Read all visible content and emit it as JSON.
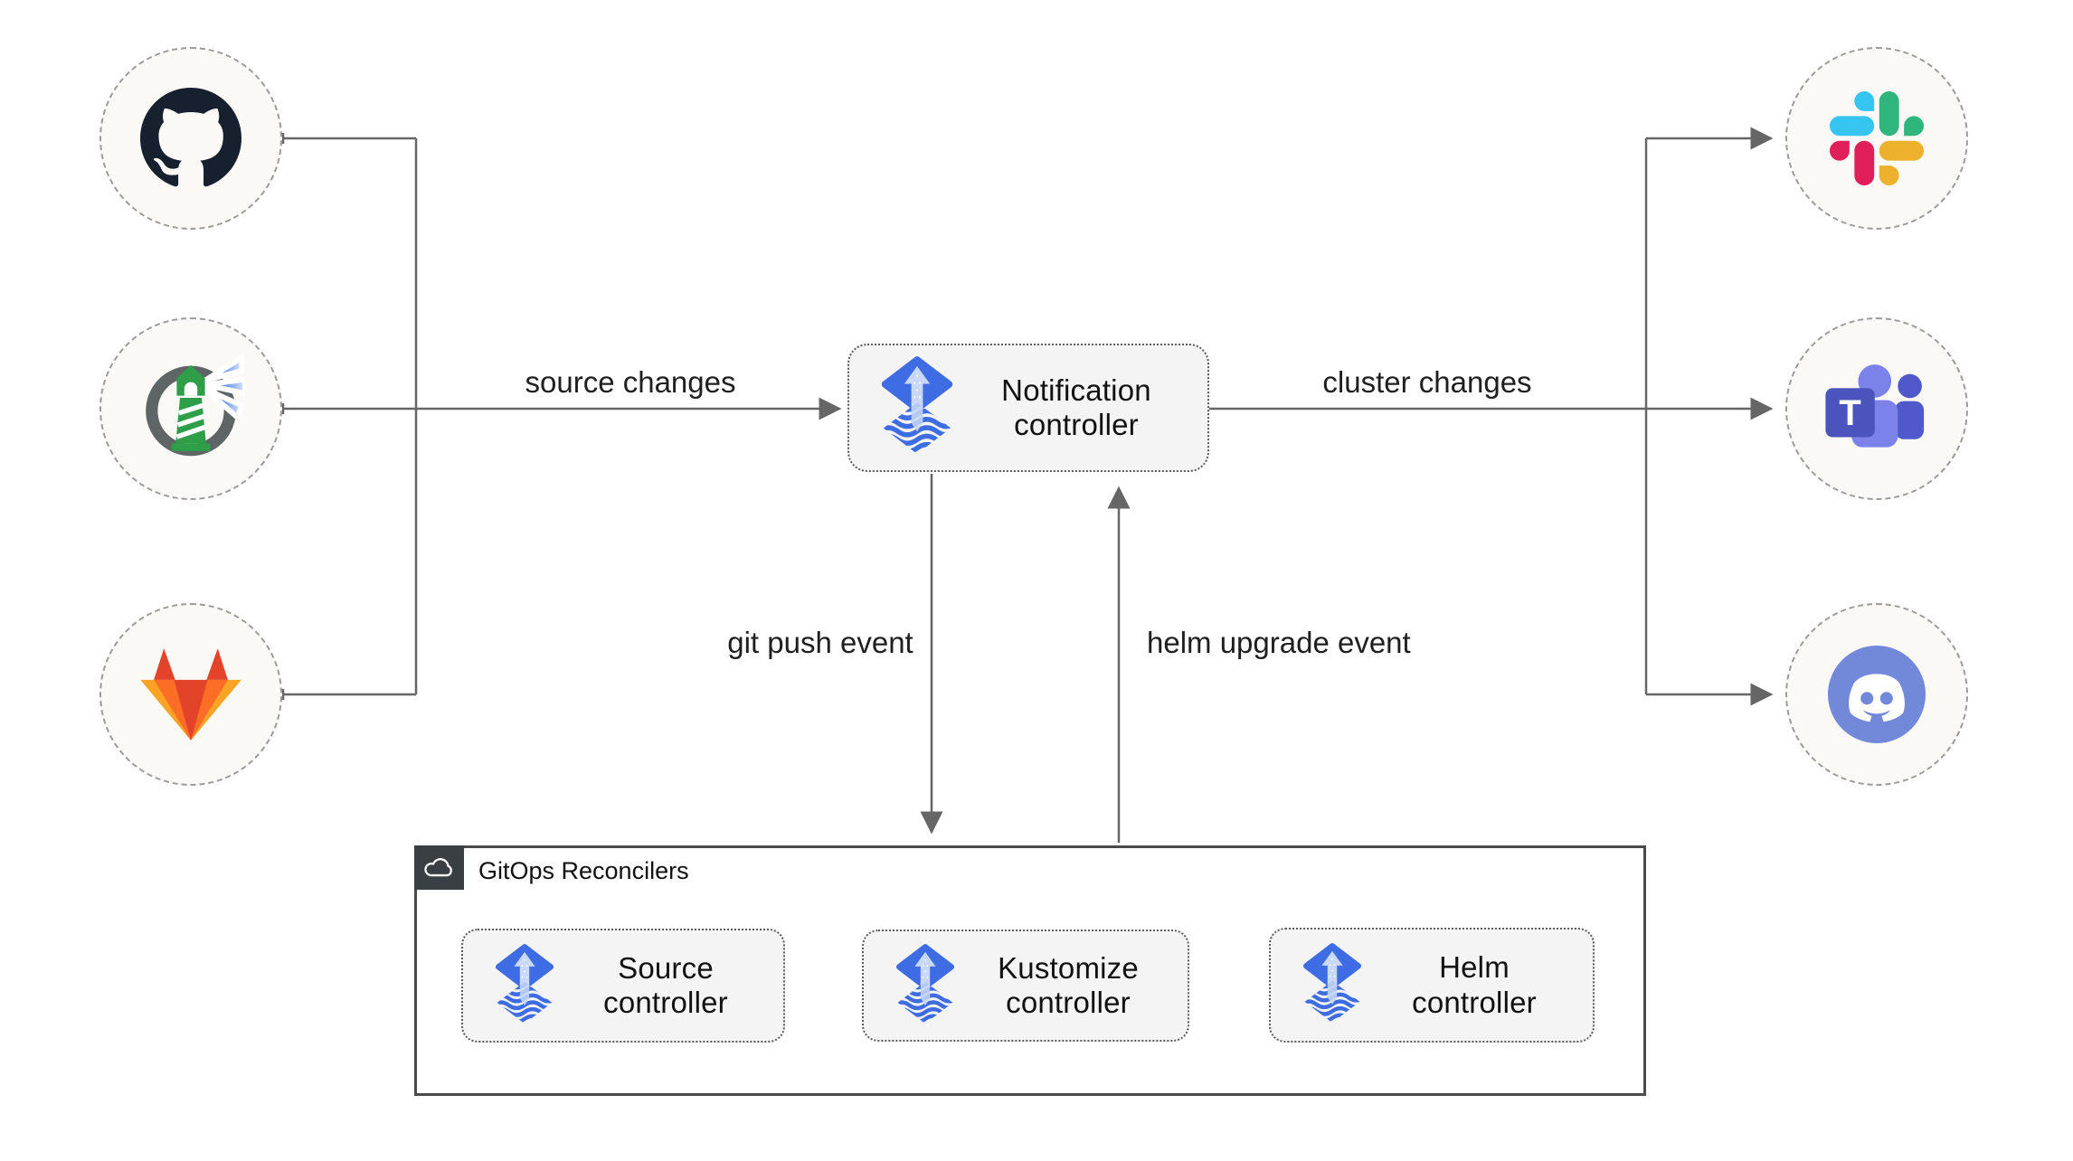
{
  "diagram": {
    "title_hint": "Flux notification controller flow",
    "sources": [
      {
        "id": "github",
        "icon": "github-icon"
      },
      {
        "id": "harbor",
        "icon": "harbor-icon"
      },
      {
        "id": "gitlab",
        "icon": "gitlab-icon"
      }
    ],
    "targets": [
      {
        "id": "slack",
        "icon": "slack-icon"
      },
      {
        "id": "teams",
        "icon": "microsoft-teams-icon"
      },
      {
        "id": "discord",
        "icon": "discord-icon"
      }
    ],
    "notification_controller": {
      "label": "Notification controller",
      "icon": "flux-icon"
    },
    "edge_labels": {
      "source_changes": "source changes",
      "cluster_changes": "cluster changes",
      "git_push_event": "git push event",
      "helm_upgrade_event": "helm upgrade event"
    },
    "reconcilers_group": {
      "title": "GitOps Reconcilers",
      "icon": "cloud-icon",
      "controllers": [
        {
          "label": "Source controller",
          "icon": "flux-icon"
        },
        {
          "label": "Kustomize controller",
          "icon": "flux-icon"
        },
        {
          "label": "Helm controller",
          "icon": "flux-icon"
        }
      ]
    },
    "colors": {
      "flux_blue": "#3E6CE2",
      "flux_arrow_light": "#c9d8f6",
      "line_gray": "#666666",
      "node_fill": "#f4f4f4",
      "node_border": "#5b5b5b",
      "circle_fill": "#faf9f6",
      "circle_border": "#9b9b9b",
      "group_border": "#4a4a4a",
      "group_tab_dark": "#3a3f44",
      "github_dark": "#16202e",
      "harbor_gray": "#5f6465",
      "harbor_green": "#2f9e49",
      "harbor_beam_blue": "#3f6fe0",
      "gitlab_red": "#e24329",
      "gitlab_orange": "#fc6d26",
      "gitlab_yellow": "#fca326",
      "slack_blue": "#36C5F0",
      "slack_green": "#2EB67D",
      "slack_yellow": "#ECB22E",
      "slack_red": "#E01E5A",
      "teams_indigo": "#4B53BC",
      "teams_light": "#7B83EB",
      "teams_mid": "#5059C9",
      "discord_blurple": "#7289DA"
    }
  }
}
